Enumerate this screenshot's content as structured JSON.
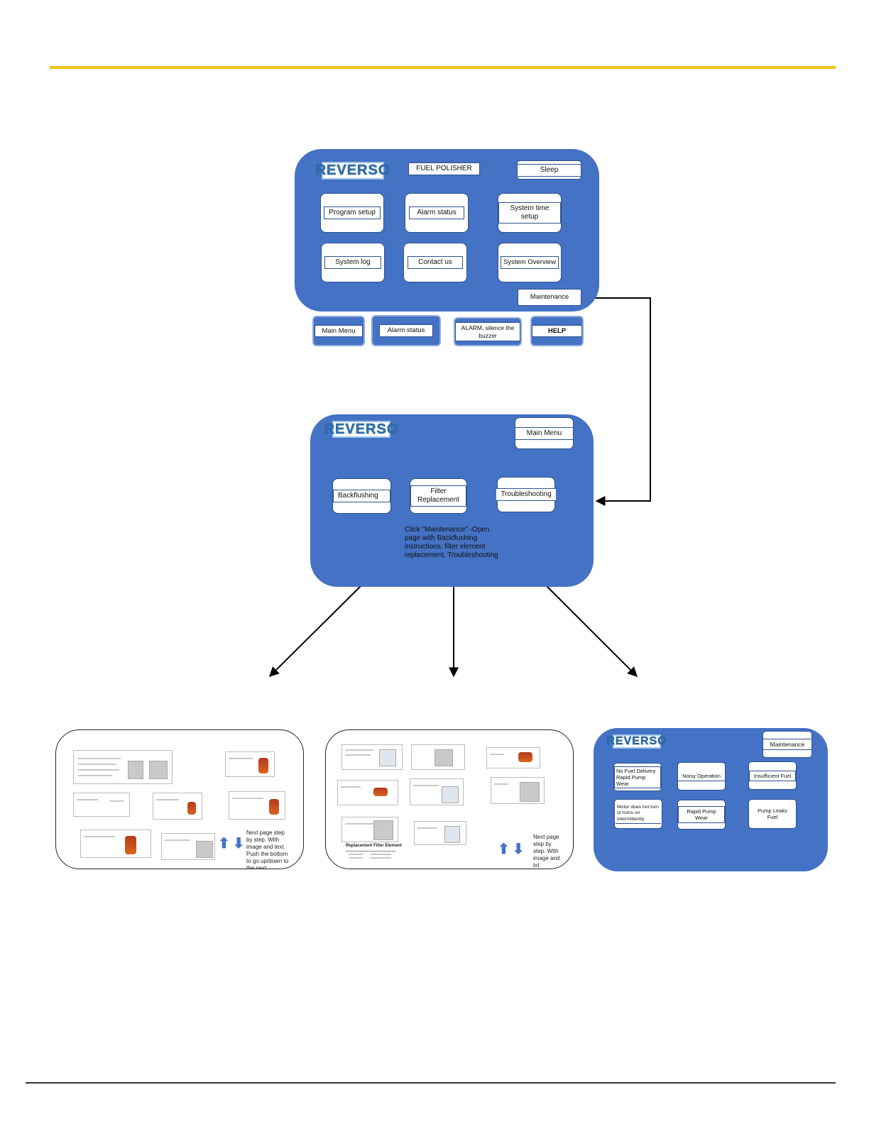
{
  "colors": {
    "accent_rule": "#f2c21c",
    "panel_blue": "#4472c4",
    "text": "#111111"
  },
  "logo_text": "REVERSO",
  "main_screen": {
    "title": "FUEL POLISHER",
    "sleep": "Sleep",
    "tiles": {
      "program_setup": "Program setup",
      "alarm_status": "Alarm status",
      "system_time_setup": "System time setup",
      "system_log": "System log",
      "contact_us": "Contact us",
      "system_overview": "System Overview"
    },
    "maintenance": "Maintenance"
  },
  "bottom_buttons": {
    "main_menu": "Main Menu",
    "alarm_status": "Alarm status",
    "alarm_silence": "ALARM, silence the buzzer",
    "help": "HELP"
  },
  "maintenance_screen": {
    "main_menu": "Main Menu",
    "backflushing": "Backflushing",
    "filter_replacement": "Filter Replacement",
    "troubleshooting": "Troubleshooting",
    "note": "Click \"Maintenance\" -Open page with Backflushing instructions, filter element replacement, Troubleshooting"
  },
  "backflushing_screen": {
    "note": "Next page step by step. With image and text. Push the bottom to go up/down to the next.",
    "icons": [
      "up-arrow-icon",
      "down-arrow-icon"
    ]
  },
  "filter_screen": {
    "note": "Next page step by step. With image and txt",
    "table_title": "Replacement Filter Element",
    "icons": [
      "up-arrow-icon",
      "down-arrow-icon"
    ]
  },
  "troubleshooting_screen": {
    "maintenance": "Maintenance",
    "items": {
      "no_fuel": "No Fuel Delivery Rapid Pump Wear",
      "noisy": "Noisy Operation",
      "insufficient": "Insufficient Fuel",
      "motor": "Motor does not turn or turns on intermittently",
      "rapid_wear": "Rapid Pump Wear",
      "leaks": "Pump Leaks Fuel"
    }
  }
}
